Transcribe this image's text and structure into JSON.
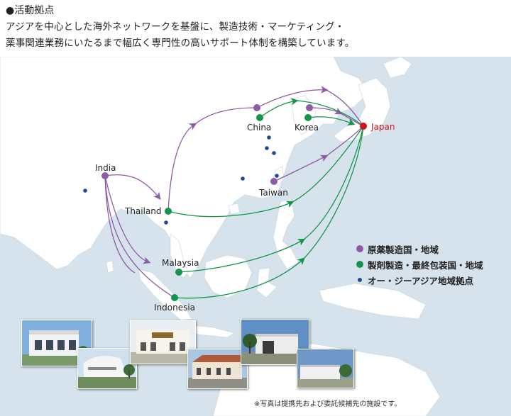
{
  "header": {
    "title": "●活動拠点",
    "line1": "アジアを中心とした海外ネットワークを基盤に、製造技術・マーケティング・",
    "line2": "薬事関連業務にいたるまで幅広く専門性の高いサポート体制を構築しています。"
  },
  "map": {
    "locations": {
      "china": "China",
      "korea": "Korea",
      "japan": "Japan",
      "taiwan": "Taiwan",
      "india": "India",
      "thailand": "Thailand",
      "malaysia": "Malaysia",
      "indonesia": "Indonesia"
    },
    "colors": {
      "sea": "#d6e3ec",
      "land": "#ffffff",
      "purple": "#8e5ba7",
      "green": "#14964a",
      "navy": "#1d4c8c",
      "japan": "#d0141c"
    }
  },
  "legend": {
    "api": "原薬製造国・地域",
    "formulation": "製剤製造・最終包装国・地域",
    "office": "オー・ジーアジア地域拠点"
  },
  "photos": {
    "caption": "※写真は提携先および委託候補先の施設です。"
  }
}
